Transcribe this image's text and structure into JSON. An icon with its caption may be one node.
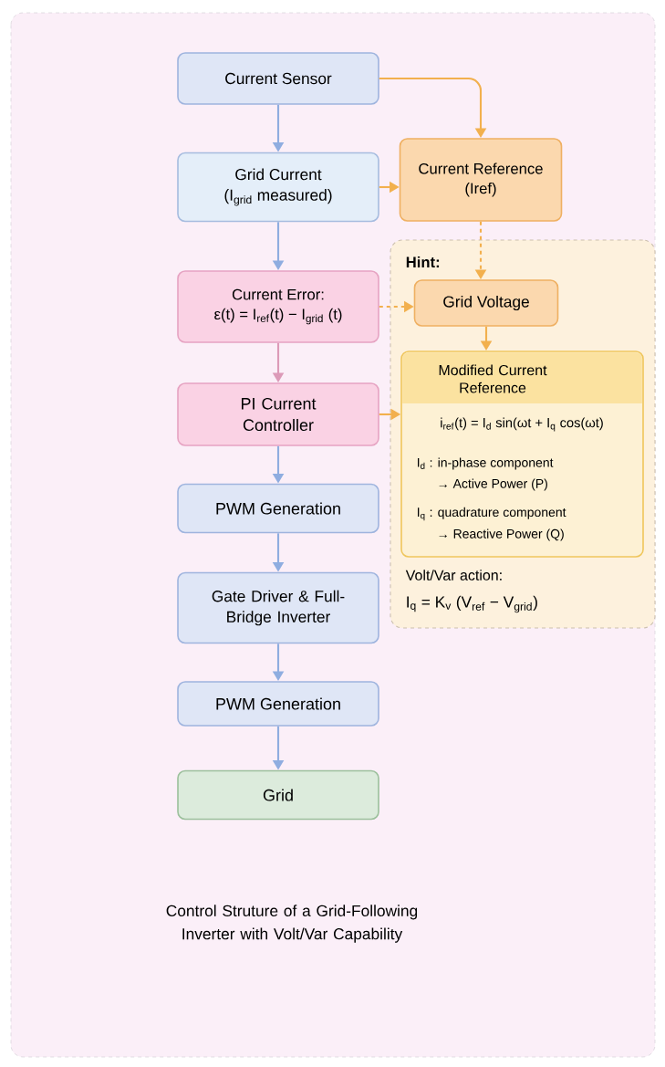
{
  "diagram": {
    "caption": "Control Struture of a Grid-Following Inverter with Volt/Var Capability",
    "nodes": [
      {
        "text": [
          "Current Sensor"
        ]
      },
      {
        "text": [
          "Grid Current",
          "(I$_{grid}$ measured)"
        ]
      },
      {
        "text": [
          "Current Reference",
          "(Iref)"
        ]
      },
      {
        "text": [
          "Hint:",
          "Volt/Var action:",
          "I$_{q}$ = K$_{v}$ (V$_{ref}$ − V$_{grid}$)"
        ]
      },
      {
        "text": [
          "Current Error:",
          "ε(t) = I$_{ref}$(t) − I$_{grid}$ (t)"
        ]
      },
      {
        "text": [
          "Grid Voltage"
        ],
        "in": 3
      },
      {
        "text": [
          "PI Current Controller"
        ]
      },
      {
        "text": [
          "Modified Current Reference",
          "i$_{ref}$(t) = I$_{d}$ sin(ωt + I$_{q}$ cos(ωt)",
          "I$_{d}$ : in-phase component",
          "→ Active Power (P)",
          "I$_{q}$ : quadrature component",
          "→ Reactive Power (Q)"
        ],
        "in": 3
      },
      {
        "text": [
          "PWM Generation"
        ]
      },
      {
        "text": [
          "Gate Driver & Full-Bridge Inverter"
        ]
      },
      {
        "text": [
          "PWM Generation"
        ]
      },
      {
        "text": [
          "Grid"
        ]
      }
    ],
    "edges": [
      {
        "from": 0,
        "to": 1,
        "arrow": "to",
        "color": "#8fade0"
      },
      {
        "from": 0,
        "to": 2,
        "arrow": "to",
        "color": "#f2b04e"
      },
      {
        "from": 1,
        "to": 2,
        "arrow": "to",
        "color": "#f2b04e"
      },
      {
        "from": 1,
        "to": 4,
        "arrow": "to",
        "color": "#8fade0"
      },
      {
        "from": 2,
        "to": 5,
        "arrow": "to",
        "style": "dashed",
        "color": "#f2b04e"
      },
      {
        "from": 4,
        "to": 5,
        "arrow": "to",
        "style": "dashed",
        "color": "#f2b04e"
      },
      {
        "from": 4,
        "to": 6,
        "arrow": "to",
        "color": "#dc9ab8"
      },
      {
        "from": 5,
        "to": 7,
        "arrow": "to",
        "color": "#f2b04e"
      },
      {
        "from": 6,
        "to": 7,
        "arrow": "to",
        "color": "#f2b04e"
      },
      {
        "from": 6,
        "to": 8,
        "arrow": "to",
        "color": "#8fade0"
      },
      {
        "from": 8,
        "to": 9,
        "arrow": "to",
        "color": "#8fade0"
      },
      {
        "from": 9,
        "to": 10,
        "arrow": "to",
        "color": "#8fade0"
      },
      {
        "from": 10,
        "to": 11,
        "arrow": "to",
        "color": "#8fade0"
      }
    ]
  }
}
